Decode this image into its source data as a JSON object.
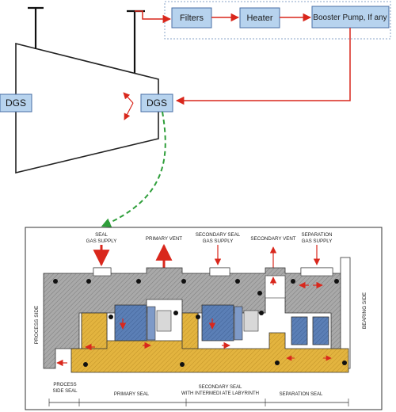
{
  "top": {
    "filters_label": "Filters",
    "heater_label": "Heater",
    "booster_label": "Booster Pump, If any",
    "dgs_left_label": "DGS",
    "dgs_right_label": "DGS"
  },
  "seal_diagram": {
    "top_labels": {
      "seal_gas_supply_1": "SEAL",
      "seal_gas_supply_2": "GAS SUPPLY",
      "primary_vent": "PRIMARY VENT",
      "secondary_seal_1": "SECONDARY SEAL",
      "secondary_seal_2": "GAS SUPPLY",
      "secondary_vent": "SECONDARY VENT",
      "separation_1": "SEPARATION",
      "separation_2": "GAS SUPPLY"
    },
    "process_side": "PROCESS SIDE",
    "bearing_side": "BEARING SIDE",
    "bottom_labels": {
      "process_side_seal_1": "PROCESS",
      "process_side_seal_2": "SIDE SEAL",
      "primary_seal": "PRIMARY SEAL",
      "secondary_seal_1": "SECONDARY SEAL",
      "secondary_seal_2": "WITH INTERMEDI ATE LABYRINTH",
      "separation_seal": "SEPARATION SEAL"
    }
  },
  "colors": {
    "box_fill": "#b7d3ee",
    "box_stroke": "#4a6fa5",
    "red_line": "#d9271c",
    "green_dashed": "#2e9e3a",
    "seal_grey": "#a9a9a9",
    "seal_yellow": "#e3b43f",
    "seal_blue": "#5b7fb6"
  }
}
